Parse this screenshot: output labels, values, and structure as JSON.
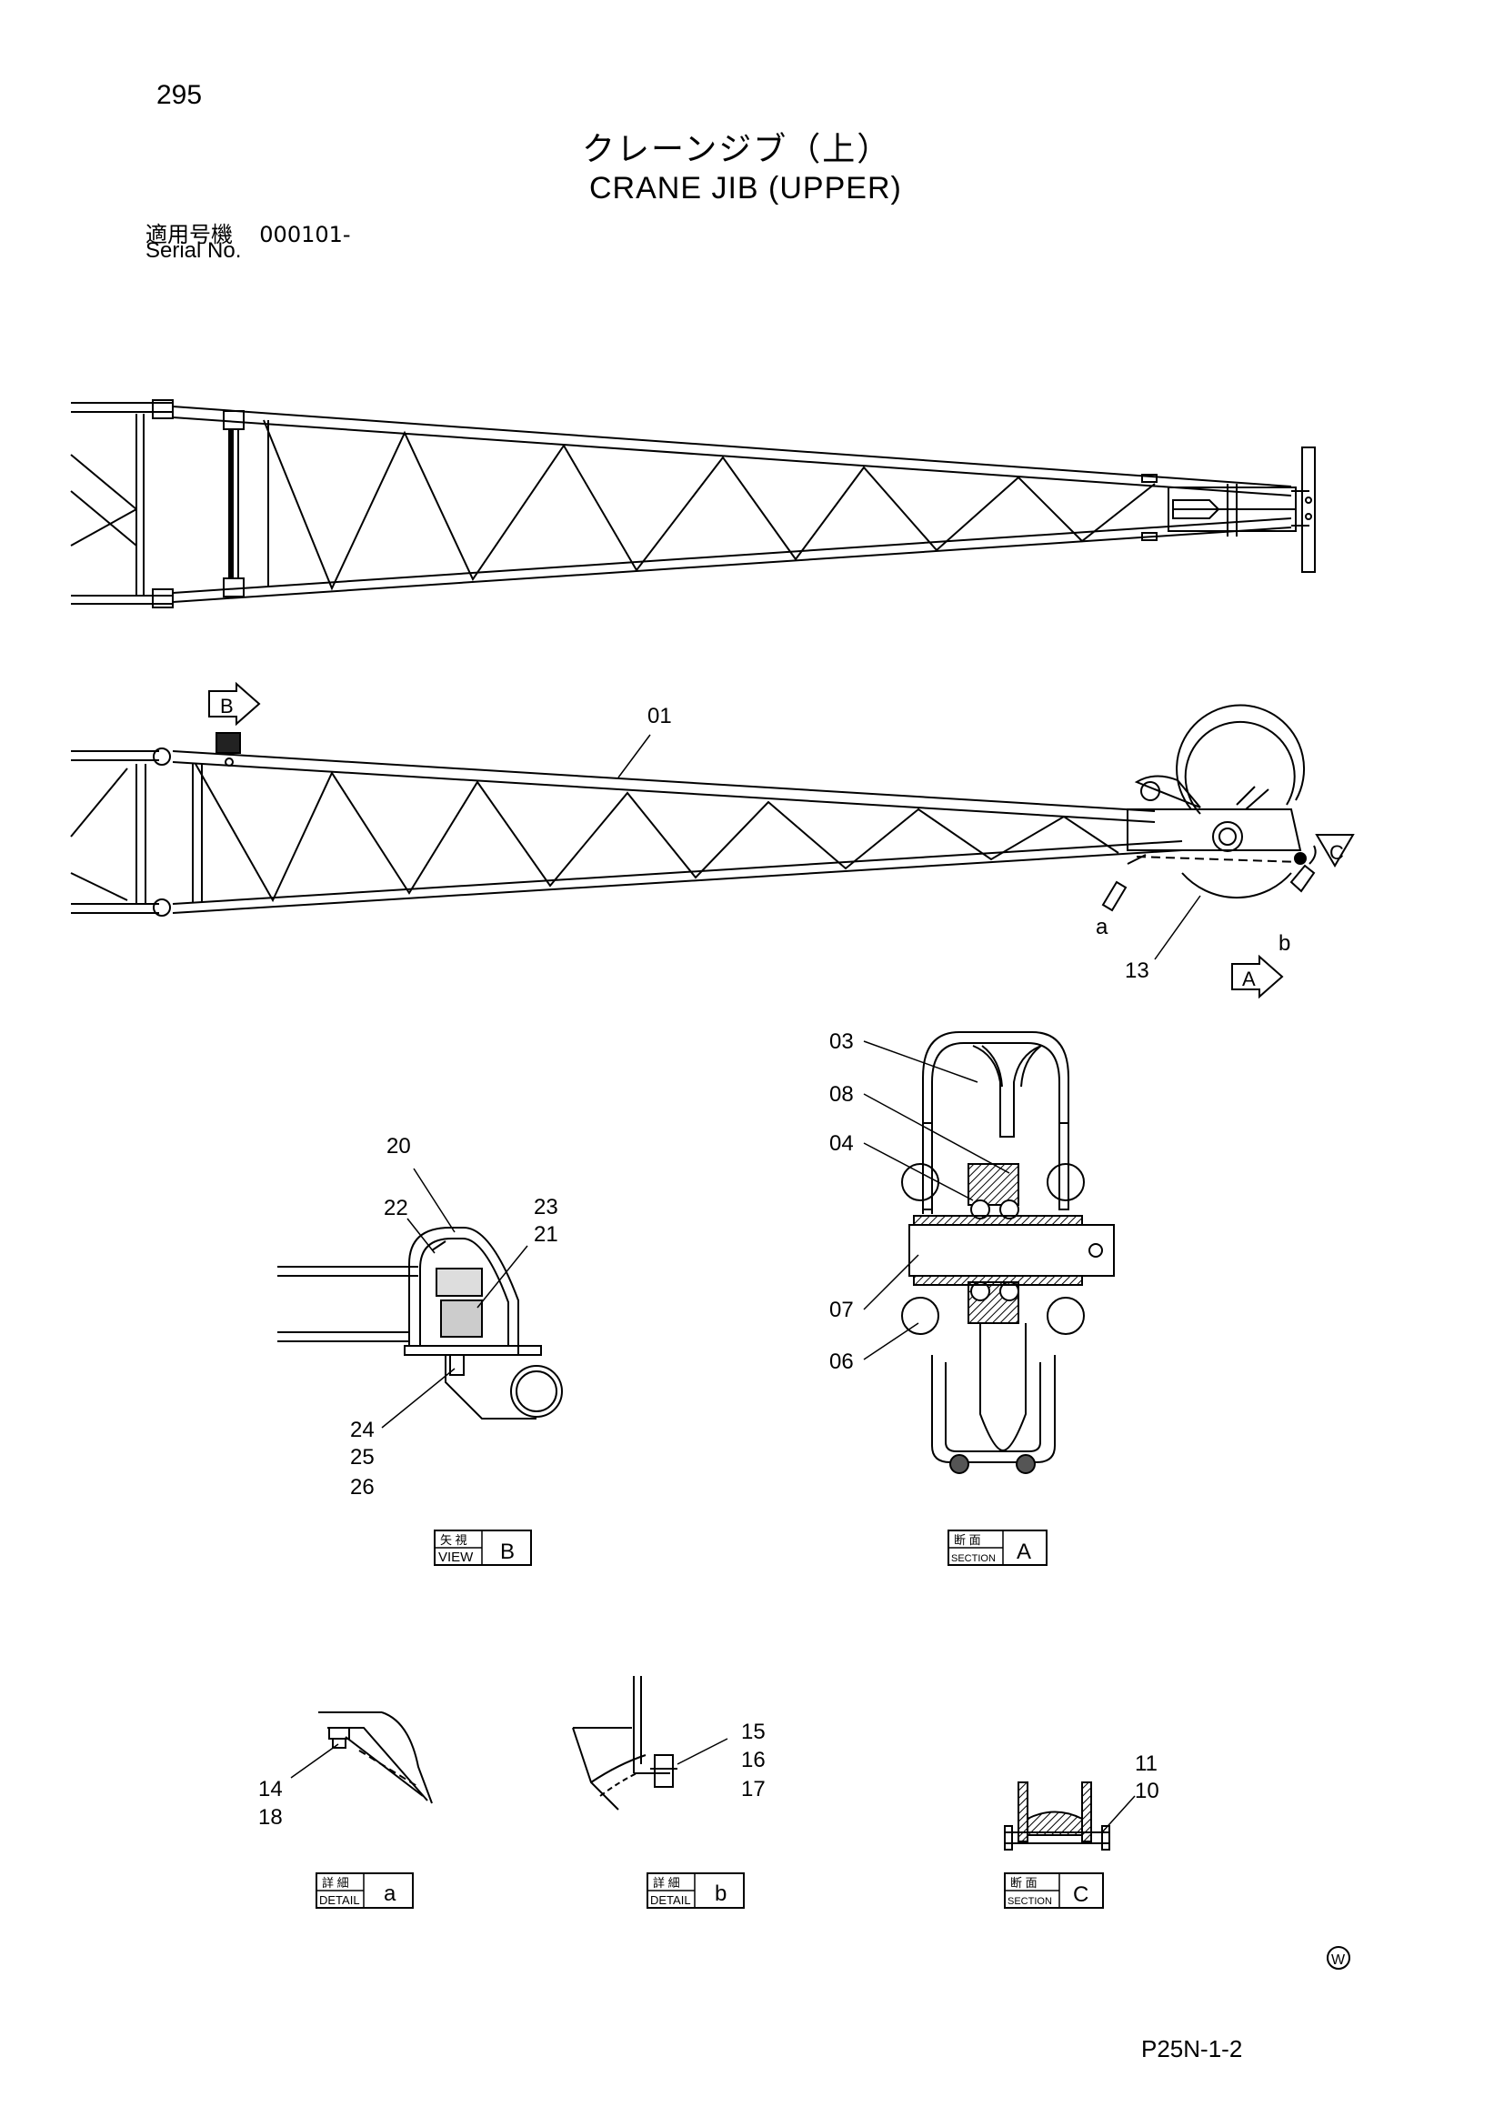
{
  "header": {
    "page_number": "295",
    "title_jp": "クレーンジブ（上）",
    "title_en": "CRANE JIB (UPPER)",
    "serial_label_jp": "適用号機",
    "serial_value": "000101-",
    "serial_label_en": "Serial No."
  },
  "callouts": {
    "p01": "01",
    "p03": "03",
    "p04": "04",
    "p06": "06",
    "p07": "07",
    "p08": "08",
    "p10": "10",
    "p11": "11",
    "p13": "13",
    "p14": "14",
    "p15": "15",
    "p16": "16",
    "p17": "17",
    "p18": "18",
    "p20": "20",
    "p21": "21",
    "p22": "22",
    "p23": "23",
    "p24": "24",
    "p25": "25",
    "p26": "26",
    "detail_a_marker": "a",
    "detail_b_marker": "b"
  },
  "view_markers": {
    "b": "B",
    "a": "A",
    "c": "C"
  },
  "views": {
    "view_b": {
      "label_jp": "矢 視",
      "label_en": "VIEW",
      "letter": "B"
    },
    "section_a": {
      "label_jp": "断 面",
      "label_en": "SECTION",
      "letter": "A"
    },
    "detail_a": {
      "label_jp": "詳 細",
      "label_en": "DETAIL",
      "letter": "a"
    },
    "detail_b": {
      "label_jp": "詳 細",
      "label_en": "DETAIL",
      "letter": "b"
    },
    "section_c": {
      "label_jp": "断 面",
      "label_en": "SECTION",
      "letter": "C"
    }
  },
  "footer": {
    "w_mark": "W",
    "document_code": "P25N-1-2"
  }
}
